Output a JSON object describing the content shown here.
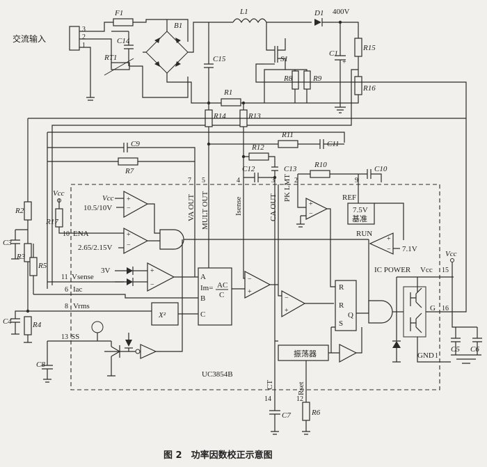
{
  "title": "图 2　功率因数校正示意图",
  "chip_name": "UC3854B",
  "input_label": "交流输入",
  "output_voltage": "400V",
  "components": {
    "F1": "F1",
    "B1": "B1",
    "L1": "L1",
    "D1": "D1",
    "S1": "S1",
    "RT1": "RT1",
    "C14": "C14",
    "C15": "C15",
    "C1": "C1",
    "R15": "R15",
    "R16": "R16",
    "R8": "R8",
    "R9": "R9",
    "R1": "R1",
    "R14": "R14",
    "R13": "R13",
    "C9": "C9",
    "R7": "R7",
    "R11": "R11",
    "C11": "C11",
    "R12": "R12",
    "C12": "C12",
    "C13": "C13",
    "R10": "R10",
    "C10": "C10",
    "R2": "R2",
    "R3": "R3",
    "R4": "R4",
    "R5": "R5",
    "R17": "R17",
    "C3": "C3",
    "C4": "C4",
    "C8": "C8",
    "C7": "C7",
    "R6": "R6",
    "C5": "C5",
    "C6": "C6"
  },
  "pins": {
    "p1": "1",
    "p2": "2",
    "p3": "3",
    "p4": "4",
    "p5": "5",
    "p6": "6",
    "p7": "7",
    "p8": "8",
    "p9": "9",
    "p10": "10",
    "p11": "11",
    "p12": "12",
    "p13": "13",
    "p14": "14",
    "p15": "15",
    "p16": "16"
  },
  "connector_pins": {
    "c3": "3",
    "c2": "2",
    "c1": "1"
  },
  "pin_names": {
    "va_out": "VA OUT",
    "mult_out": "MULT OUT",
    "isense": "Isense",
    "ca_out": "CA OUT",
    "pk_lmt": "PK LMT",
    "ref": "REF",
    "ena": "ENA",
    "vsense": "Vsense",
    "iac": "Iac",
    "vrms": "Vrms",
    "ss": "SS",
    "ct": "CT",
    "rset": "Rset",
    "run": "RUN",
    "ic_power": "IC POWER",
    "vcc": "Vcc",
    "gnd": "GND",
    "g": "G"
  },
  "internal": {
    "vcc_a": "Vcc",
    "vcc_b": "Vcc",
    "vcc_c": "Vcc",
    "ref_10_5": "10.5/10V",
    "ref_2_65": "2.65/2.15V",
    "ref_3v": "3V",
    "ref_7_1": "7.1V",
    "ref_7_5": "7.5V",
    "ref_jz": "基准",
    "mult_a": "A",
    "mult_b": "B",
    "mult_c": "C",
    "mult_im": "Im=",
    "mult_ac": "AC",
    "mult_c2": "C",
    "sq": "X²",
    "osc": "振荡器",
    "ff_r1": "R",
    "ff_r2": "R",
    "ff_s": "S",
    "ff_q": "Q"
  }
}
